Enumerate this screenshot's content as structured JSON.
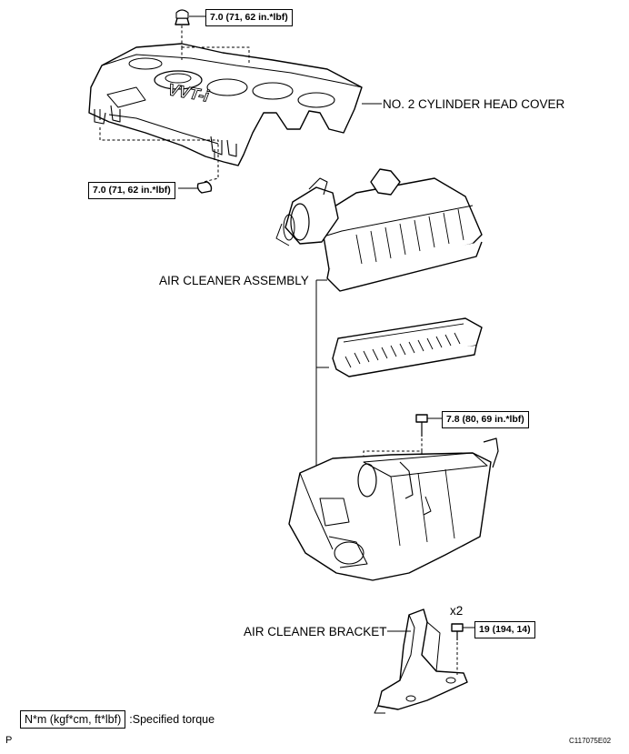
{
  "labels": {
    "head_cover": "NO. 2 CYLINDER HEAD COVER",
    "air_cleaner_assembly": "AIR CLEANER ASSEMBLY",
    "air_cleaner_bracket": "AIR CLEANER BRACKET",
    "engine_logo": "VVT-i"
  },
  "torques": {
    "cover_top": "7.0 (71, 62 in.*lbf)",
    "cover_left": "7.0 (71, 62 in.*lbf)",
    "case_bolt": "7.8 (80, 69 in.*lbf)",
    "bracket_bolt": "19 (194, 14)"
  },
  "bracket_qty": "x2",
  "legend": {
    "unit": "N*m (kgf*cm, ft*lbf)",
    "text": ":Specified torque"
  },
  "footer": {
    "left": "P",
    "right": "C117075E02"
  }
}
